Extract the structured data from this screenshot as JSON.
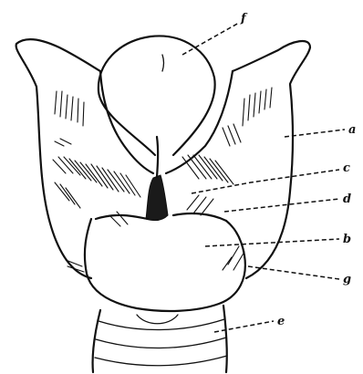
{
  "figure": {
    "labels": {
      "f": "f",
      "a": "a",
      "c": "c",
      "d": "d",
      "b": "b",
      "g": "g",
      "e": "e"
    },
    "ink_color": "#111111",
    "background_color": "#ffffff"
  }
}
